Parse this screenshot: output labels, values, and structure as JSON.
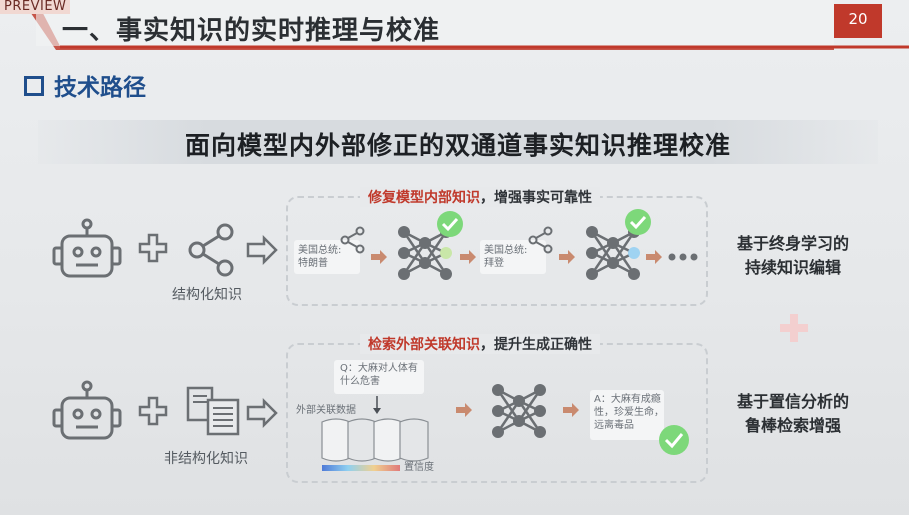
{
  "header": {
    "preview_tag": "PREVIEW",
    "title": "一、事实知识的实时推理与校准",
    "page_number": "20"
  },
  "section": {
    "label": "技术路径"
  },
  "subtitle": "面向模型内外部修正的双通道事实知识推理校准",
  "top_channel": {
    "title_red": "修复模型内部知识",
    "title_rest": "，增强事实可靠性",
    "input_caption": "结构化知识",
    "card1_text": "美国总统:\n特朗普",
    "card2_text": "美国总统:\n拜登",
    "result_label": "基于终身学习的\n持续知识编辑"
  },
  "bottom_channel": {
    "title_red": "检索外部关联知识",
    "title_rest": "，提升生成正确性",
    "input_caption": "非结构化知识",
    "question_text": "Q：大麻对人体有\n什么危害",
    "external_data_label": "外部关联数据",
    "confidence_label": "置信度",
    "answer_text": "A：大麻有成瘾\n性，珍爱生命，\n远离毒品",
    "result_label": "基于置信分析的\n鲁棒检索增强"
  },
  "colors": {
    "accent_red": "#c0392b",
    "section_blue": "#1f4e8c",
    "check_green": "#7dd87a",
    "node_gray": "#6b6f73",
    "arrow_orange": "#c98a6f"
  }
}
